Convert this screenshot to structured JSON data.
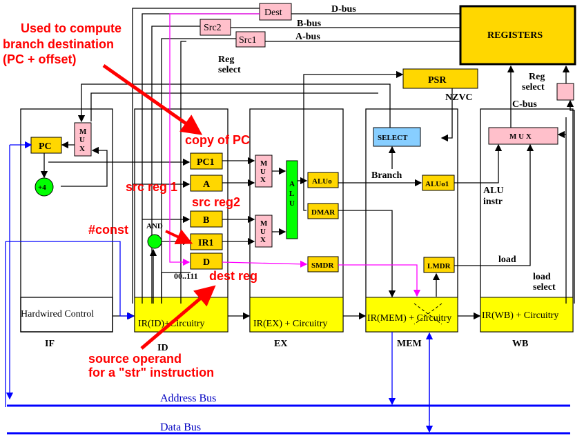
{
  "registers": {
    "title": "REGISTERS",
    "reg_select_1": "Reg",
    "reg_select_2": "select"
  },
  "bus_labels": {
    "dest": "Dest",
    "src2": "Src2",
    "src1": "Src1",
    "d_bus": "D-bus",
    "b_bus": "B-bus",
    "a_bus": "A-bus",
    "c_bus": "C-bus",
    "reg_select_1": "Reg",
    "reg_select_2": "select"
  },
  "psr": {
    "title": "PSR",
    "flags": "NZVC"
  },
  "select_label": "SELECT",
  "branch_label": "Branch",
  "if_stage": {
    "pc": "PC",
    "mux": "M\nU\nX",
    "plus4": "+4",
    "hardwired": "Hardwired Control",
    "name": "IF"
  },
  "id_stage": {
    "pc1": "PC1",
    "a": "A",
    "b": "B",
    "ir1": "IR1",
    "d": "D",
    "and": "AND",
    "fill": "00..111",
    "ir": "IR(ID)+Circuitry",
    "name": "ID"
  },
  "ex_stage": {
    "mux": "M\nU\nX",
    "alu": "A\nL\nU",
    "aluo": "ALUo",
    "dmar": "DMAR",
    "smdr": "SMDR",
    "ir": "IR(EX) + Circuitry",
    "name": "EX"
  },
  "mem_stage": {
    "aluo1": "ALUo1",
    "lmdr": "LMDR",
    "ir": "IR(MEM) + Circuitry",
    "name": "MEM"
  },
  "wb_stage": {
    "mux": "M U X",
    "alu_instr_1": "ALU",
    "alu_instr_2": "instr",
    "load": "load",
    "load_select_1": "load",
    "load_select_2": "select",
    "ir": "IR(WB) + Circuitry",
    "name": "WB"
  },
  "annotations": {
    "branch_1": "Used to compute",
    "branch_2": "branch destination",
    "branch_3": "(PC + offset)",
    "copy_pc": "copy of PC",
    "src_reg1": "src reg 1",
    "src_reg2": "src reg2",
    "const": "#const",
    "dest_reg": "dest reg",
    "src_operand_1": "source operand",
    "src_operand_2": "for a \"str\" instruction"
  },
  "buses": {
    "address": "Address Bus",
    "data": "Data Bus"
  },
  "colors": {
    "yellow": "#ffff00",
    "gold": "#ffd700",
    "pink": "#ffc0cb",
    "green": "#00ff00",
    "lightblue": "#87ceff",
    "red": "#ff0000",
    "blue": "#0000ff",
    "magenta": "#ff00ff"
  }
}
